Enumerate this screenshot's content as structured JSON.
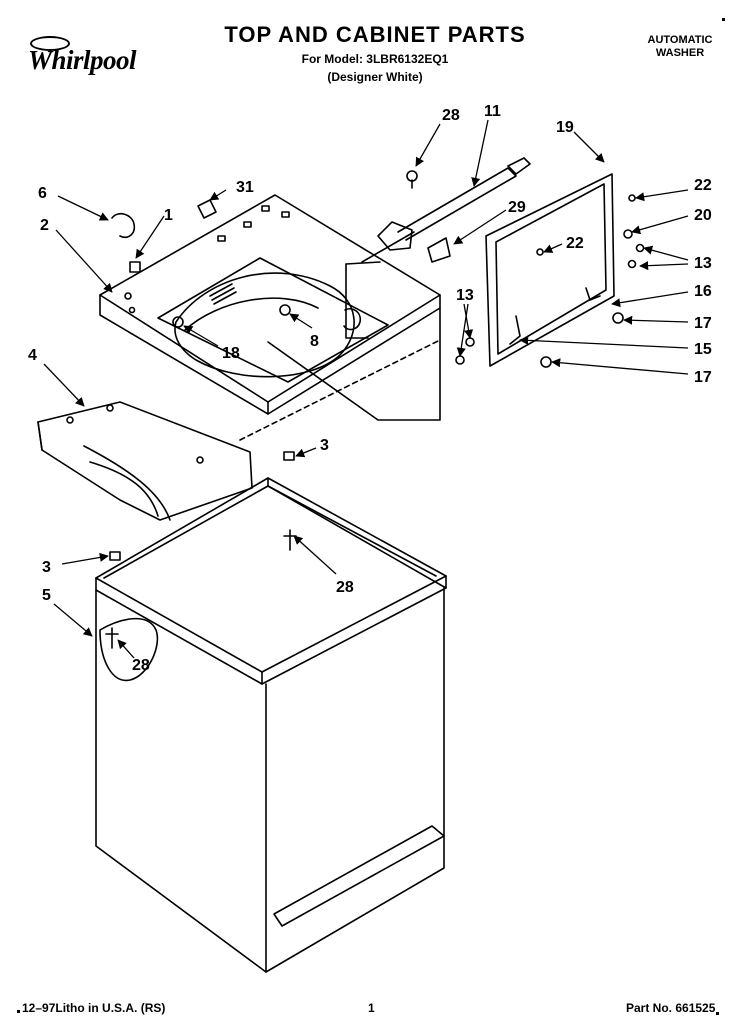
{
  "header": {
    "brand": "Whirlpool",
    "title": "TOP AND CABINET PARTS",
    "model_line": "For Model: 3LBR6132EQ1",
    "color_line": "(Designer White)",
    "product_line1": "AUTOMATIC",
    "product_line2": "WASHER"
  },
  "callouts": {
    "c28a": "28",
    "c11": "11",
    "c19": "19",
    "c6": "6",
    "c31": "31",
    "c1": "1",
    "c29": "29",
    "c22a": "22",
    "c22b": "22",
    "c20": "20",
    "c2": "2",
    "c13a": "13",
    "c16": "16",
    "c13b": "13",
    "c17a": "17",
    "c15": "15",
    "c17b": "17",
    "c8": "8",
    "c18": "18",
    "c4": "4",
    "c3a": "3",
    "c28b": "28",
    "c3b": "3",
    "c5": "5",
    "c28c": "28"
  },
  "footer": {
    "print_info": "12–97Litho in U.S.A. (RS)",
    "page_number": "1",
    "part_number": "Part No. 661525"
  }
}
